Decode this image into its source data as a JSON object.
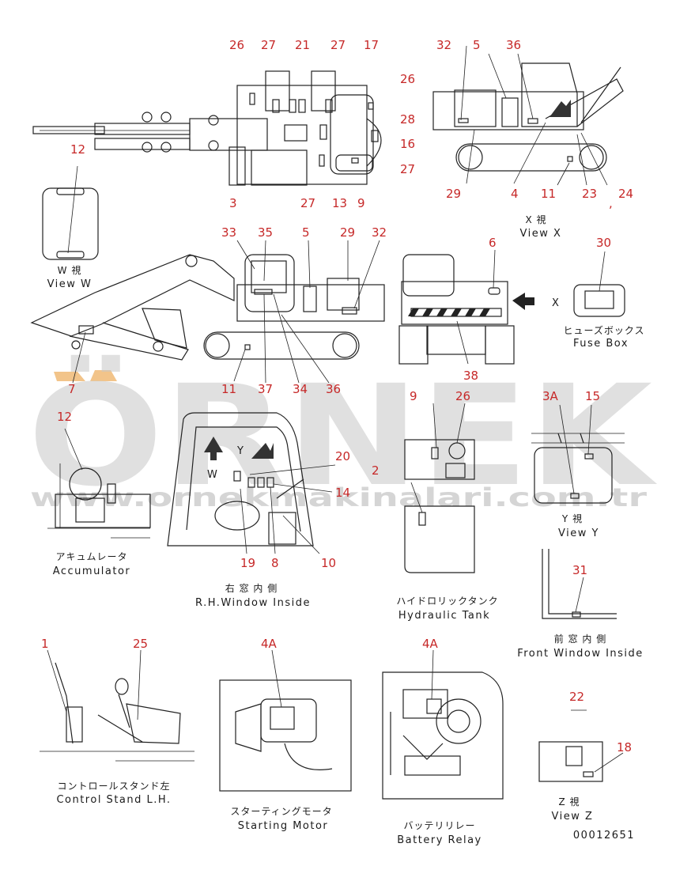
{
  "watermark": {
    "brand": "ÖRNEK",
    "url": "www.ornekmakinalari.com.tr",
    "accent_color": "#f2c48a"
  },
  "drawing_code": "00012651",
  "callouts": [
    "26",
    "27",
    "21",
    "27",
    "17",
    "26",
    "28",
    "16",
    "27",
    "12",
    "3",
    "27",
    "13",
    "9",
    "32",
    "5",
    "36",
    "29",
    "4",
    "11",
    "23",
    "24",
    ",",
    "33",
    "35",
    "5",
    "29",
    "32",
    "7",
    "11",
    "37",
    "34",
    "36",
    "6",
    "30",
    "38",
    "12",
    "20",
    "14",
    "19",
    "8",
    "10",
    "9",
    "26",
    "2",
    "3A",
    "15",
    "31",
    "1",
    "25",
    "4A",
    "4A",
    "22",
    "18"
  ],
  "captions": {
    "view_w_jp": "W 視",
    "view_w_en": "View W",
    "view_x_jp": "X 視",
    "view_x_en": "View X",
    "fuse_box_jp": "ヒューズボックス",
    "fuse_box_en": "Fuse Box",
    "accumulator_jp": "アキュムレータ",
    "accumulator_en": "Accumulator",
    "rh_window_jp": "右 窓 内 側",
    "rh_window_en": "R.H.Window Inside",
    "hydraulic_tank_jp": "ハイドロリックタンク",
    "hydraulic_tank_en": "Hydraulic Tank",
    "view_y_jp": "Y 視",
    "view_y_en": "View Y",
    "front_window_jp": "前 窓 内 側",
    "front_window_en": "Front Window Inside",
    "control_stand_jp": "コントロールスタンド左",
    "control_stand_en": "Control Stand L.H.",
    "starting_motor_jp": "スターティングモータ",
    "starting_motor_en": "Starting Motor",
    "battery_relay_jp": "バッテリリレー",
    "battery_relay_en": "Battery Relay",
    "view_z_jp": "Z 視",
    "view_z_en": "View Z"
  },
  "view_letters": {
    "x_mark": "X",
    "w_mark": "W",
    "y_mark": "Y"
  }
}
